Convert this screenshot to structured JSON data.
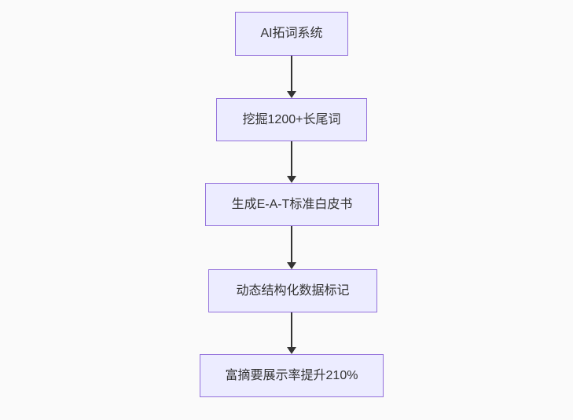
{
  "diagram": {
    "type": "flowchart",
    "direction": "top-down",
    "nodes": [
      {
        "id": "n1",
        "label": "AI拓词系统"
      },
      {
        "id": "n2",
        "label": "挖掘1200+长尾词"
      },
      {
        "id": "n3",
        "label": "生成E-A-T标准白皮书"
      },
      {
        "id": "n4",
        "label": "动态结构化数据标记"
      },
      {
        "id": "n5",
        "label": "富摘要展示率提升210%"
      }
    ],
    "edges": [
      {
        "from": "n1",
        "to": "n2",
        "style": "arrow"
      },
      {
        "from": "n2",
        "to": "n3",
        "style": "arrow"
      },
      {
        "from": "n3",
        "to": "n4",
        "style": "arrow"
      },
      {
        "from": "n4",
        "to": "n5",
        "style": "arrow"
      }
    ],
    "colors": {
      "background": "#fafafa",
      "node_fill": "#ECECFF",
      "node_border": "#9370DB",
      "arrow": "#333333",
      "text": "#333333"
    }
  }
}
